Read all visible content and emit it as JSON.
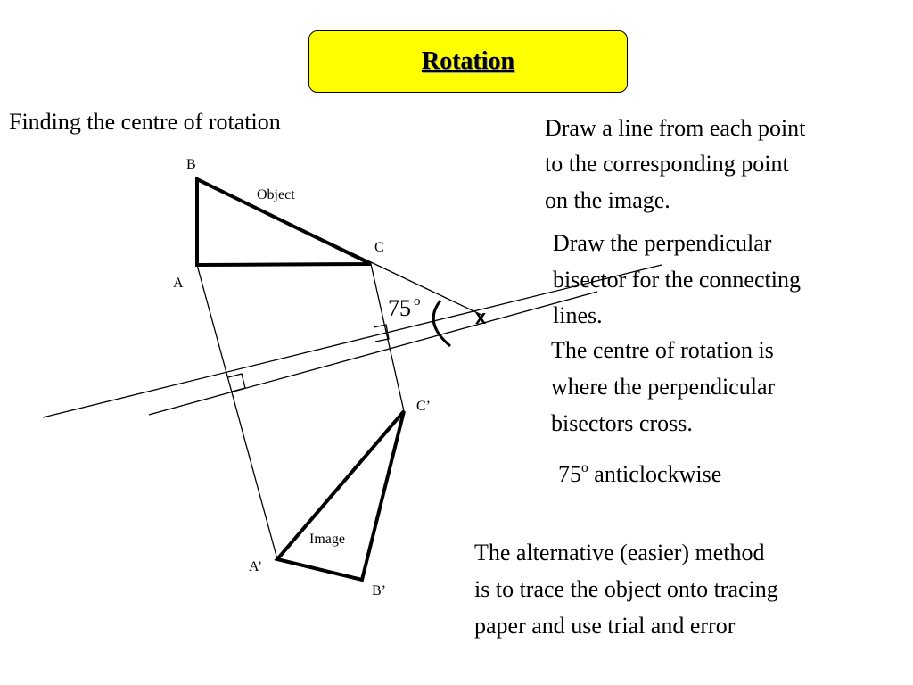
{
  "title": "Rotation",
  "heading": "Finding the centre of rotation",
  "instructions": {
    "step1": [
      "Draw a line from each point",
      "to the corresponding point",
      "on the image."
    ],
    "step2": [
      "Draw the perpendicular",
      "bisector for the connecting",
      "lines."
    ],
    "step3": [
      "The centre of rotation is",
      "where the perpendicular",
      "bisectors cross."
    ]
  },
  "answer": {
    "angle": "75",
    "degree_mark": "o",
    "direction": " anticlockwise"
  },
  "alternative": [
    "The alternative (easier) method",
    "is to trace the object onto tracing",
    "paper and use trial and error"
  ],
  "diagram": {
    "labels": {
      "B": "B",
      "A": "A",
      "C": "C",
      "C_prime": "C’",
      "A_prime": "A’",
      "B_prime": "B’",
      "object": "Object",
      "image": "Image",
      "angle": "75",
      "angle_degree": "o",
      "centre": "x"
    }
  },
  "colors": {
    "title_background": "#ffff00",
    "ink": "#000000"
  }
}
